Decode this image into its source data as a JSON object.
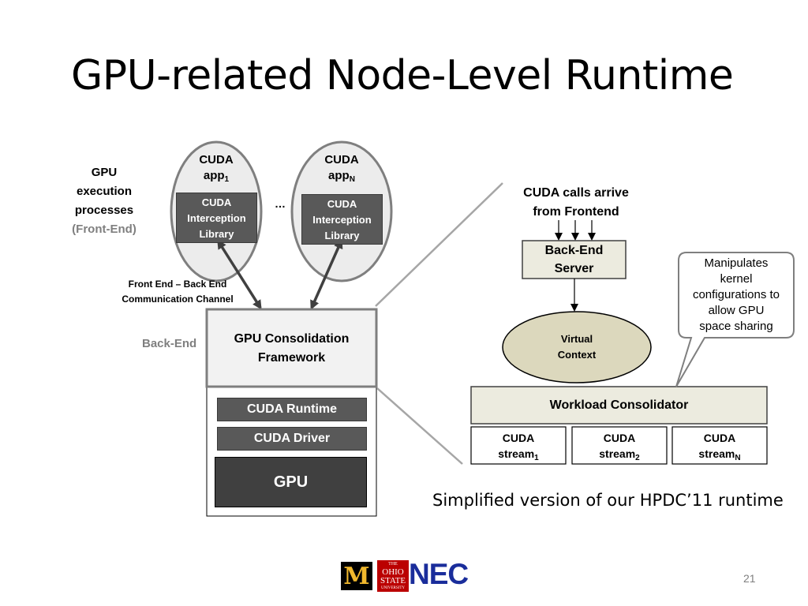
{
  "title": "GPU-related Node-Level Runtime",
  "frontend": {
    "label_line1": "GPU",
    "label_line2": "execution",
    "label_line3": "processes",
    "label_line4": "(Front-End)",
    "app1": {
      "title": "CUDA",
      "app": "app",
      "sub": "1",
      "library": [
        "CUDA",
        "Interception",
        "Library"
      ]
    },
    "appN": {
      "title": "CUDA",
      "app": "app",
      "sub": "N",
      "library": [
        "CUDA",
        "Interception",
        "Library"
      ]
    },
    "ellipsis": "…",
    "channel_line1": "Front End – Back End",
    "channel_line2": "Communication Channel"
  },
  "backend": {
    "label": "Back-End",
    "framework": [
      "GPU Consolidation",
      "Framework"
    ],
    "cuda_runtime": "CUDA Runtime",
    "cuda_driver": "CUDA Driver",
    "gpu": "GPU"
  },
  "detail": {
    "calls_line1": "CUDA calls arrive",
    "calls_line2": "from Frontend",
    "server": [
      "Back-End",
      "Server"
    ],
    "virtual_context": [
      "Virtual",
      "Context"
    ],
    "callout": [
      "Manipulates",
      "kernel",
      "configurations to",
      "allow GPU",
      "space sharing"
    ],
    "consolidator": "Workload Consolidator",
    "streams": [
      {
        "title": "CUDA",
        "name": "stream",
        "sub": "1"
      },
      {
        "title": "CUDA",
        "name": "stream",
        "sub": "2"
      },
      {
        "title": "CUDA",
        "name": "stream",
        "sub": "N"
      }
    ]
  },
  "caption": "Simplified version of our HPDC’11 runtime",
  "logos": {
    "mu": "M",
    "osu_lines": [
      "THE",
      "OHIO",
      "STATE",
      "UNIVERSITY"
    ],
    "nec": "NEC"
  },
  "page_number": "21",
  "colors": {
    "dark_box": "#595959",
    "gpu_box": "#404040",
    "beige": "#ecebdf",
    "ellipse_fill": "#dcd8bd",
    "light_box": "#f2f2f2",
    "muted_text": "#7f7f7f",
    "nec_blue": "#1a2d9b",
    "osu_red": "#bb0000",
    "mu_gold": "#f1b82d"
  }
}
